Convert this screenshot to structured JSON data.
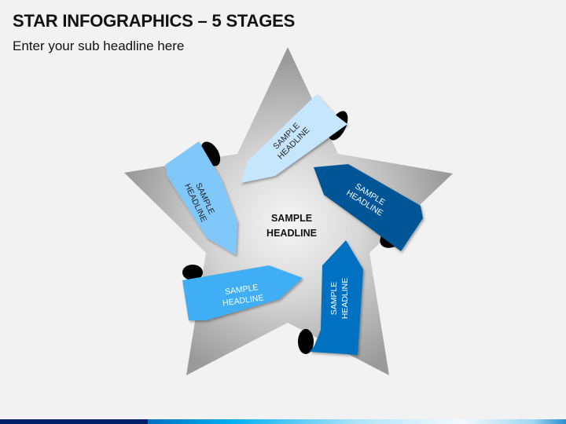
{
  "header": {
    "title": "STAR INFOGRAPHICS – 5 STAGES",
    "subtitle": "Enter your sub headline here"
  },
  "center": {
    "line1": "SAMPLE",
    "line2": "HEADLINE"
  },
  "stages": [
    {
      "line1": "SAMPLE",
      "line2": "HEADLINE",
      "color": "#C5E6FC",
      "text_color": "#222222"
    },
    {
      "line1": "SAMPLE",
      "line2": "HEADLINE",
      "color": "#005596",
      "text_color": "#FFFFFF"
    },
    {
      "line1": "SAMPLE",
      "line2": "HEADLINE",
      "color": "#0070C0",
      "text_color": "#FFFFFF"
    },
    {
      "line1": "SAMPLE",
      "line2": "HEADLINE",
      "color": "#40AEF5",
      "text_color": "#FFFFFF"
    },
    {
      "line1": "SAMPLE",
      "line2": "HEADLINE",
      "color": "#80C8FA",
      "text_color": "#222222"
    }
  ],
  "colors": {
    "background": "#F2F2F2",
    "star_edge": "#9E9E9E",
    "star_center": "#F4F4F4",
    "footer_dark": "#001F66",
    "footer_gradient_start": "#0070C0",
    "footer_gradient_mid": "#00B0F0",
    "footer_gradient_light": "#F4FAFE"
  }
}
